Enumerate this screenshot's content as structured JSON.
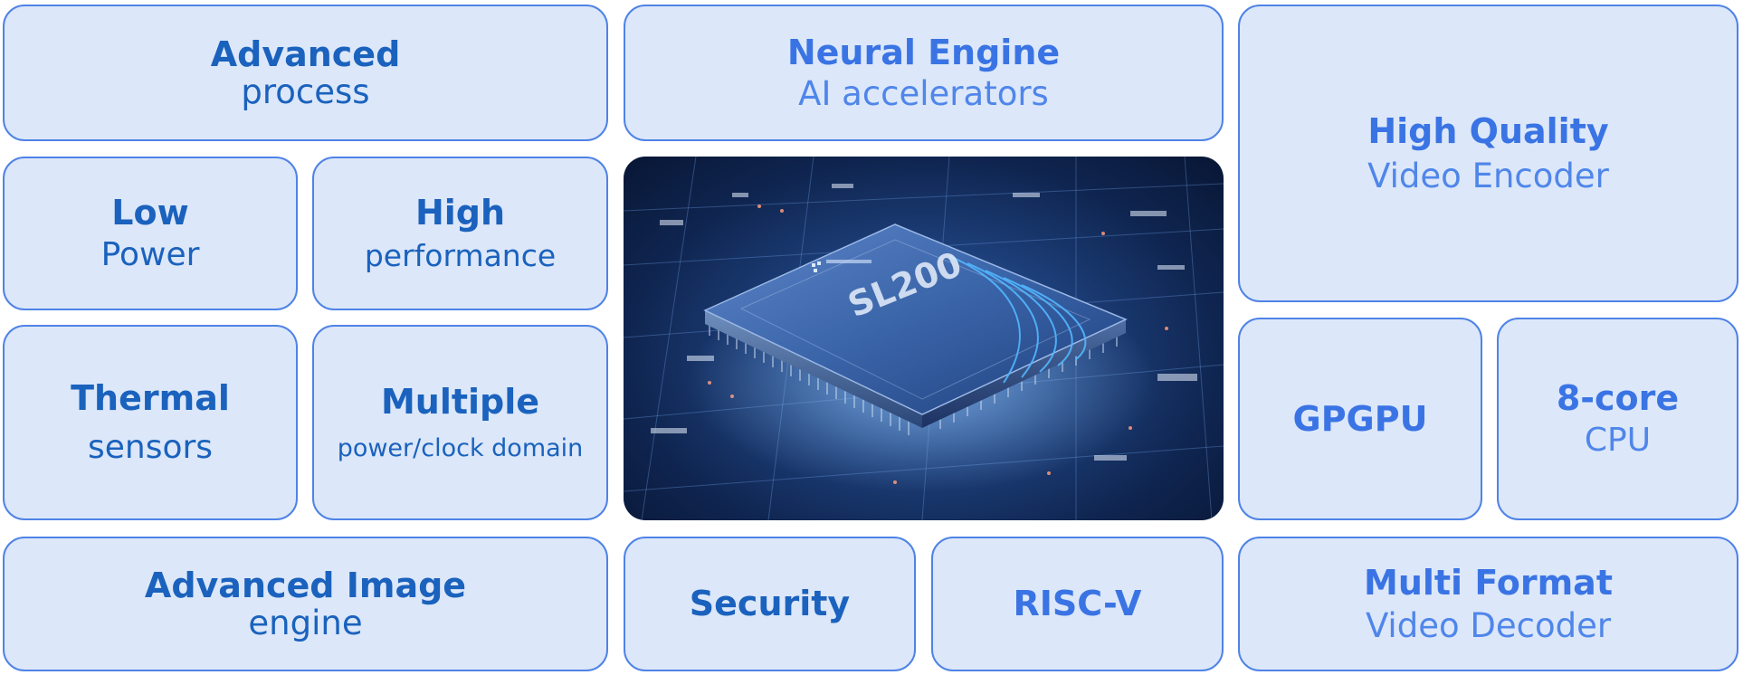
{
  "tiles": {
    "advanced_process": {
      "title": "Advanced",
      "subtitle": "process"
    },
    "neural_engine": {
      "title": "Neural Engine",
      "subtitle": "AI accelerators"
    },
    "high_quality": {
      "title": "High Quality",
      "subtitle": "Video Encoder"
    },
    "low_power": {
      "title": "Low",
      "subtitle": "Power"
    },
    "high_performance": {
      "title": "High",
      "subtitle": "performance"
    },
    "thermal": {
      "title": "Thermal",
      "subtitle": "sensors"
    },
    "multiple": {
      "title": "Multiple",
      "subtitle": "power/clock domain"
    },
    "gpgpu": {
      "title": "GPGPU"
    },
    "eight_core": {
      "title": "8-core",
      "subtitle": "CPU"
    },
    "advanced_image": {
      "title": "Advanced Image",
      "subtitle": "engine"
    },
    "security": {
      "title": "Security"
    },
    "riscv": {
      "title": "RISC-V"
    },
    "multi_format": {
      "title": "Multi Format",
      "subtitle": "Video Decoder"
    }
  },
  "chip": {
    "model_label": "SL200",
    "image_icon": "processor-chip-icon"
  },
  "colors": {
    "tile_background": "#dce7f9",
    "tile_border": "#4f83e6",
    "navy_text": "#1a62bd",
    "bright_text": "#3a74e4"
  }
}
